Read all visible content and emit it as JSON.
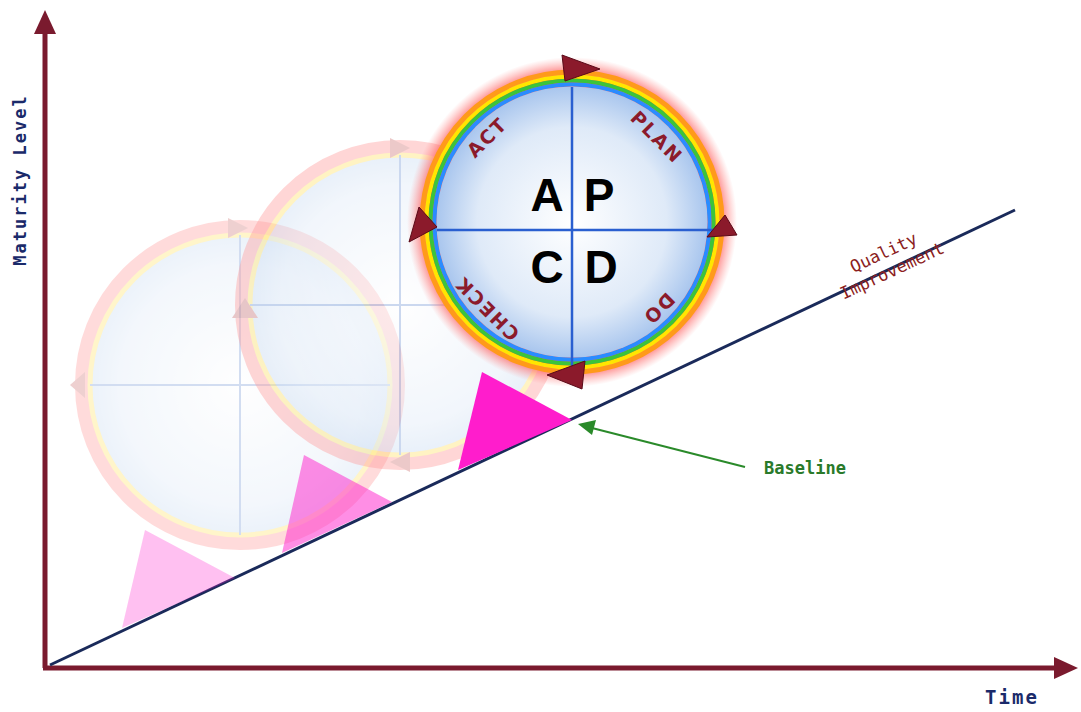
{
  "diagram": {
    "nodes": [
      {
        "text": [
          "ACT",
          "PLAN",
          "A",
          "P",
          "C",
          "D",
          "CHECK",
          "DO"
        ]
      }
    ],
    "labels": [
      "Maturity Level",
      "Quality Improvement",
      "Baseline",
      "Time"
    ]
  }
}
